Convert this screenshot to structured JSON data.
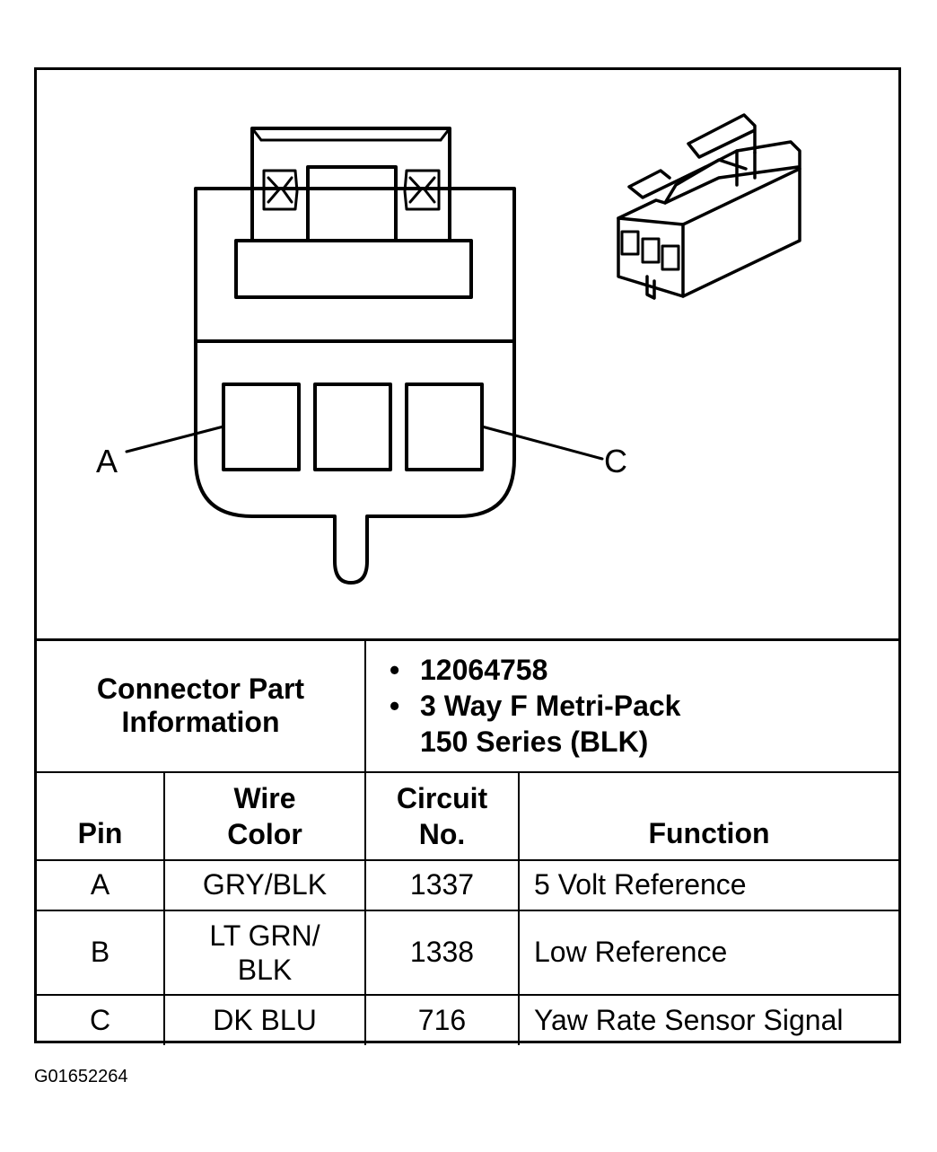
{
  "diagram": {
    "pin_label_left": "A",
    "pin_label_right": "C",
    "line_color": "#000000",
    "background": "#ffffff"
  },
  "connector_info": {
    "label": "Connector Part Information",
    "bullets": [
      "12064758",
      "3 Way F Metri-Pack 150 Series (BLK)"
    ]
  },
  "pin_table": {
    "headers": [
      "Pin",
      "Wire Color",
      "Circuit No.",
      "Function"
    ],
    "rows": [
      {
        "pin": "A",
        "wire_color": "GRY/BLK",
        "circuit": "1337",
        "function": "5 Volt Reference"
      },
      {
        "pin": "B",
        "wire_color": "LT GRN/ BLK",
        "circuit": "1338",
        "function": "Low Reference"
      },
      {
        "pin": "C",
        "wire_color": "DK BLU",
        "circuit": "716",
        "function": "Yaw Rate Sensor Signal"
      }
    ]
  },
  "figure_id": "G01652264"
}
